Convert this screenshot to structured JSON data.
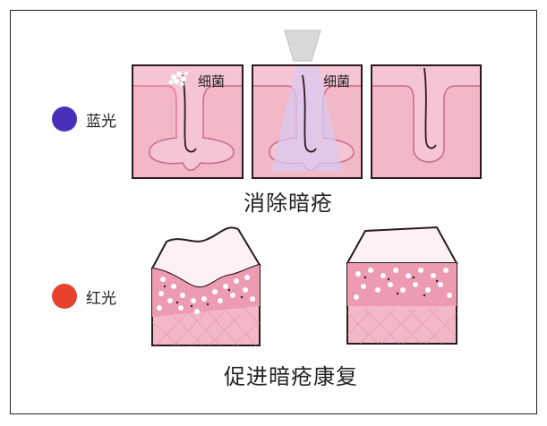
{
  "blue_light": {
    "label": "蓝光",
    "color": "#4a2fb8"
  },
  "red_light": {
    "label": "红光",
    "color": "#e8412e"
  },
  "blue_panels": [
    {
      "label": "细菌"
    },
    {
      "label": "细菌"
    },
    {
      "label": ""
    }
  ],
  "captions": {
    "top": "消除暗疮",
    "bottom": "促进暗疮康复"
  },
  "colors": {
    "skin": "#f3b8c8",
    "skin_deep": "#ec9bb0",
    "outline": "#2a1a1e",
    "beam": "#d8c8f0"
  }
}
